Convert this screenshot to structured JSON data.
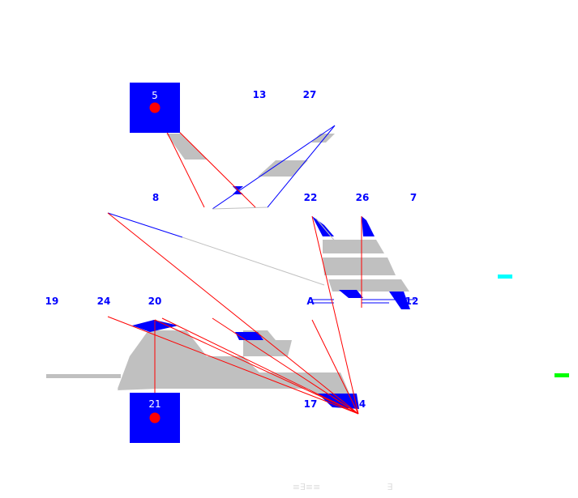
{
  "colors": {
    "node_fill": "#0000ff",
    "marker": "#ff0000",
    "edge_red": "#ff0000",
    "edge_blue": "#0000ff",
    "band_grey": "#c0c0c0",
    "mark_cyan": "#00ffff",
    "mark_green": "#00ff00"
  },
  "boxed_nodes": [
    {
      "id": "node-5",
      "label": "5"
    },
    {
      "id": "node-21",
      "label": "21"
    }
  ],
  "labels": {
    "top_a": "13",
    "top_b": "27",
    "mid_a": "8",
    "mid_b": "22",
    "mid_c": "26",
    "mid_d": "7",
    "low_a": "19",
    "low_b": "24",
    "low_c": "20",
    "low_d": "A",
    "low_e": "12",
    "bottom_a": "17",
    "bottom_b": "4"
  },
  "footer": {
    "left_text": "≡∃≡≡",
    "right_text": "∃"
  }
}
